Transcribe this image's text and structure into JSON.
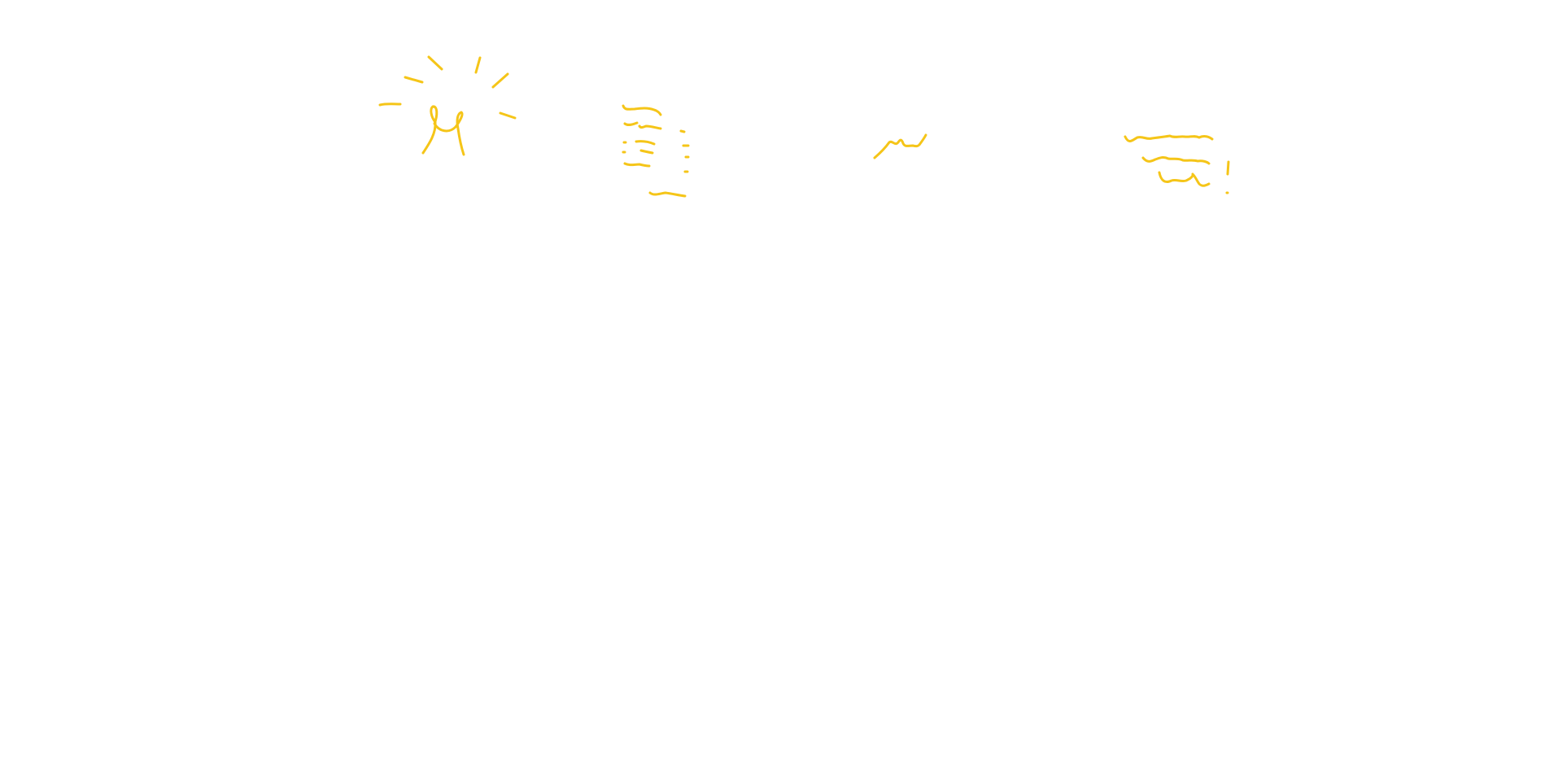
{
  "canvas": {
    "background": "#ffffff",
    "stroke_color": "#f5c518"
  },
  "doodles": [
    {
      "name": "sun-with-rays-doodle"
    },
    {
      "name": "text-lines-doodle"
    },
    {
      "name": "small-zigzag-doodle"
    },
    {
      "name": "wavy-lines-doodle"
    }
  ]
}
